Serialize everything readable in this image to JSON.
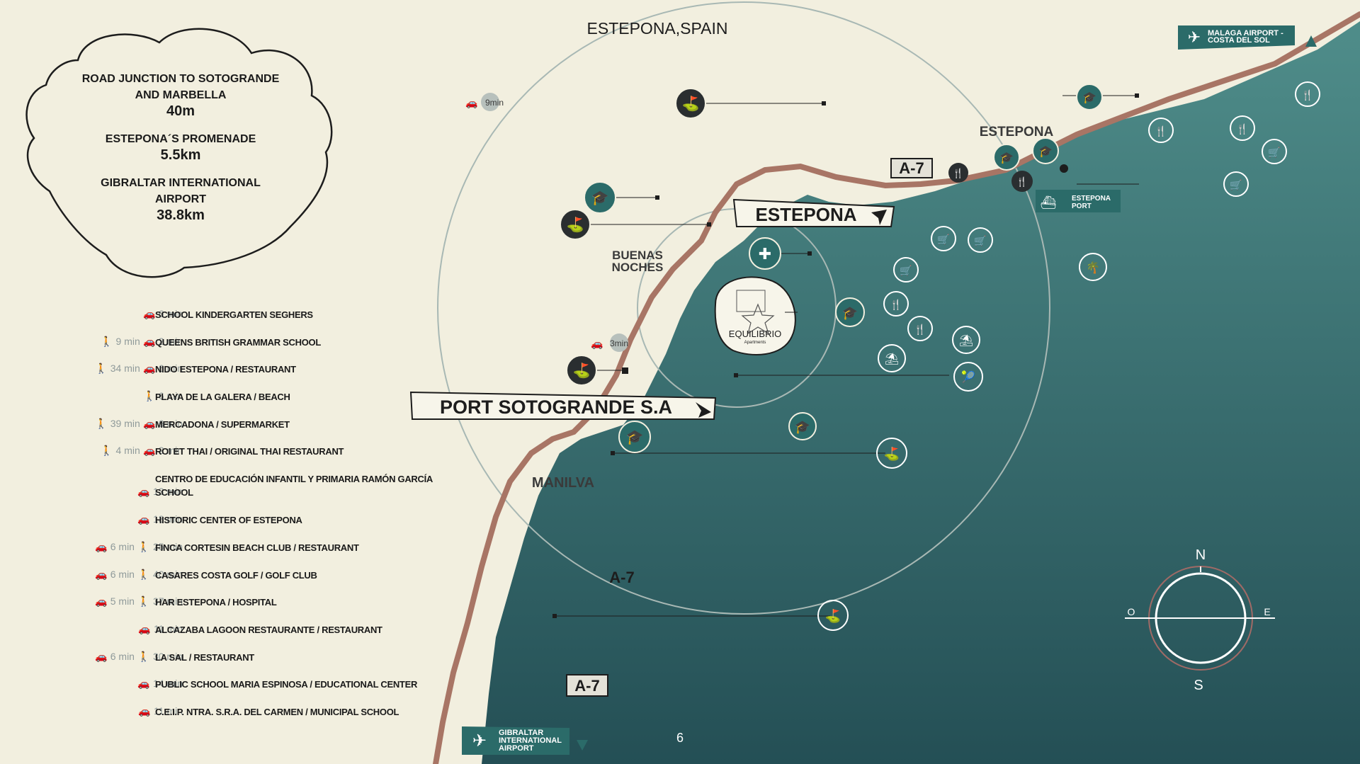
{
  "map": {
    "title": "ESTEPONA,SPAIN",
    "page_number": "6",
    "labels": {
      "estepona_town": "ESTEPONA",
      "buenas_noches_1": "BUENAS",
      "buenas_noches_2": "NOCHES",
      "manilva": "MANILVA",
      "estepona_banner": "ESTEPONA",
      "port_banner": "PORT SOTOGRANDE S.A",
      "equilibrio": "EQUILIBRIO",
      "equilibrio_sub": "Apartments",
      "road_a7": "A-7",
      "ring_9min": "9min",
      "ring_3min": "3min",
      "malaga_airport_1": "MALAGA AIRPORT -",
      "malaga_airport_2": "COSTA DEL SOL",
      "gibraltar_airport_1": "GIBRALTAR",
      "gibraltar_airport_2": "INTERNATIONAL",
      "gibraltar_airport_3": "AIRPORT",
      "port_badge_1": "ESTEPONA",
      "port_badge_2": "PORT"
    },
    "compass": {
      "n": "N",
      "s": "S",
      "e": "E",
      "w": "O"
    },
    "colors": {
      "sea": "#2f6b6b",
      "land": "#f2efdf",
      "road": "#a87565",
      "accent": "#2b6b69",
      "dark_icon": "#2a2e30"
    }
  },
  "cloud": {
    "items": [
      {
        "label_1": "ROAD JUNCTION TO SOTOGRANDE",
        "label_2": "AND MARBELLA",
        "distance": "40m"
      },
      {
        "label_1": "ESTEPONA´S PROMENADE",
        "label_2": "",
        "distance": "5.5km"
      },
      {
        "label_1": "GIBRALTAR INTERNATIONAL",
        "label_2": "AIRPORT",
        "distance": "38.8km"
      }
    ]
  },
  "legend": [
    {
      "walk": "",
      "car": "6 min",
      "place": "SCHOOL KINDERGARTEN SEGHERS",
      "order": "car"
    },
    {
      "walk": "9 min",
      "car": "2 min",
      "place": "QUEENS BRITISH GRAMMAR SCHOOL",
      "order": "walk-car"
    },
    {
      "walk": "34 min",
      "car": "6 min",
      "place": "NIDO ESTEPONA / RESTAURANT",
      "order": "walk-car"
    },
    {
      "walk": "6 min",
      "car": "",
      "place": "PLAYA DE LA GALERA / BEACH",
      "order": "walk"
    },
    {
      "walk": "39 min",
      "car": "6 min",
      "place": "MERCADONA / SUPERMARKET",
      "order": "walk-car"
    },
    {
      "walk": "4 min",
      "car": "2 min",
      "place": "ROI ET THAI / ORIGINAL THAI RESTAURANT",
      "order": "walk-car"
    },
    {
      "walk": "",
      "car": "13 min",
      "place": "CENTRO DE EDUCACIÓN INFANTIL Y PRIMARIA RAMÓN GARCÍA SCHOOL",
      "order": "car",
      "tall": true
    },
    {
      "walk": "",
      "car": "18 min",
      "place": "HISTORIC CENTER OF ESTEPONA",
      "order": "car"
    },
    {
      "walk": "25 min",
      "car": "6 min",
      "place": "FINCA CORTESIN BEACH CLUB / RESTAURANT",
      "order": "car-walk"
    },
    {
      "walk": "40 min",
      "car": "6 min",
      "place": "CASARES COSTA GOLF / GOLF CLUB",
      "order": "car-walk"
    },
    {
      "walk": "37 min",
      "car": "5 min",
      "place": "HAR ESTEPONA / HOSPITAL",
      "order": "car-walk"
    },
    {
      "walk": "",
      "car": "11 min",
      "place": "ALCAZABA LAGOON RESTAURANTE / RESTAURANT",
      "order": "car"
    },
    {
      "walk": "30 min",
      "car": "6 min",
      "place": "LA SAL / RESTAURANT",
      "order": "car-walk"
    },
    {
      "walk": "",
      "car": "14 min",
      "place": "PUBLIC SCHOOL MARIA ESPINOSA / EDUCATIONAL CENTER",
      "order": "car"
    },
    {
      "walk": "",
      "car": "11 min",
      "place": "C.E.I.P. NTRA. S.R.A. DEL CARMEN / MUNICIPAL SCHOOL",
      "order": "car"
    }
  ]
}
